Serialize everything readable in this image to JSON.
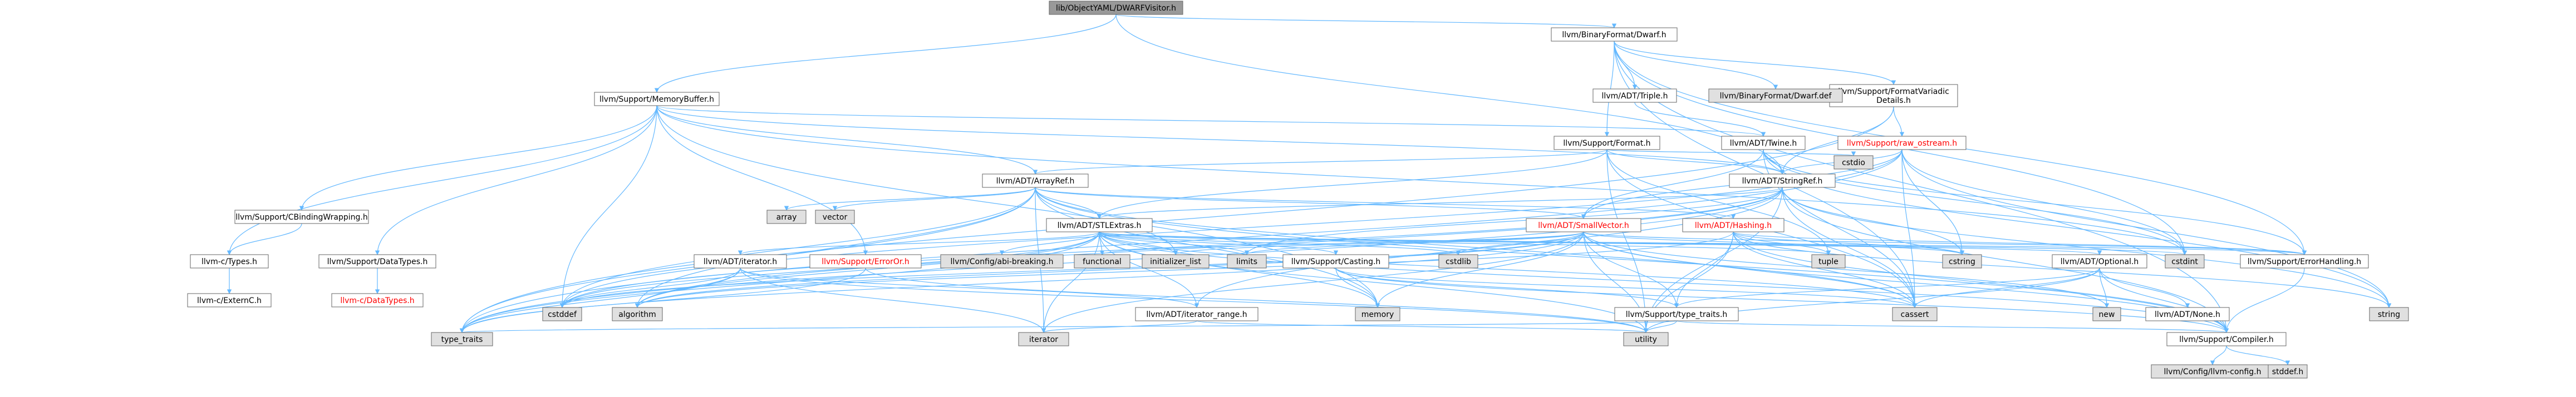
{
  "colors": {
    "root": "#999999",
    "normal": "#ffffff",
    "system": "#e0e0e0",
    "red_text": "#ff0000",
    "edge": "#63B8FF"
  },
  "nodes": [
    {
      "id": "root",
      "label": "lib/ObjectYAML/DWARFVisitor.h",
      "kind": "root"
    },
    {
      "id": "bfdwarf",
      "label": "llvm/BinaryFormat/Dwarf.h",
      "kind": "normal"
    },
    {
      "id": "membuf",
      "label": "llvm/Support/MemoryBuffer.h",
      "kind": "normal"
    },
    {
      "id": "fmtvar",
      "label": "llvm/Support/FormatVariadic\nDetails.h",
      "kind": "normal"
    },
    {
      "id": "triple",
      "label": "llvm/ADT/Triple.h",
      "kind": "normal"
    },
    {
      "id": "dwarfdef",
      "label": "llvm/BinaryFormat/Dwarf.def",
      "kind": "system"
    },
    {
      "id": "rawos",
      "label": "llvm/Support/raw_ostream.h",
      "kind": "red"
    },
    {
      "id": "format",
      "label": "llvm/Support/Format.h",
      "kind": "normal"
    },
    {
      "id": "twine",
      "label": "llvm/ADT/Twine.h",
      "kind": "normal"
    },
    {
      "id": "arrayref",
      "label": "llvm/ADT/ArrayRef.h",
      "kind": "normal"
    },
    {
      "id": "stringref",
      "label": "llvm/ADT/StringRef.h",
      "kind": "normal"
    },
    {
      "id": "cstdio",
      "label": "cstdio",
      "kind": "system"
    },
    {
      "id": "cbind",
      "label": "llvm/Support/CBindingWrapping.h",
      "kind": "normal"
    },
    {
      "id": "array",
      "label": "array",
      "kind": "system"
    },
    {
      "id": "vector",
      "label": "vector",
      "kind": "system"
    },
    {
      "id": "stlextras",
      "label": "llvm/ADT/STLExtras.h",
      "kind": "normal"
    },
    {
      "id": "smallvec",
      "label": "llvm/ADT/SmallVector.h",
      "kind": "red"
    },
    {
      "id": "hashing",
      "label": "llvm/ADT/Hashing.h",
      "kind": "red"
    },
    {
      "id": "ctypes",
      "label": "llvm-c/Types.h",
      "kind": "normal"
    },
    {
      "id": "datatypes",
      "label": "llvm/Support/DataTypes.h",
      "kind": "normal"
    },
    {
      "id": "externc",
      "label": "llvm-c/ExternC.h",
      "kind": "normal"
    },
    {
      "id": "cdatatypes",
      "label": "llvm-c/DataTypes.h",
      "kind": "red"
    },
    {
      "id": "iterator",
      "label": "llvm/ADT/iterator.h",
      "kind": "normal"
    },
    {
      "id": "erroror",
      "label": "llvm/Support/ErrorOr.h",
      "kind": "red"
    },
    {
      "id": "abibreak",
      "label": "llvm/Config/abi-breaking.h",
      "kind": "system"
    },
    {
      "id": "functional",
      "label": "functional",
      "kind": "system"
    },
    {
      "id": "initlist",
      "label": "initializer_list",
      "kind": "system"
    },
    {
      "id": "limits",
      "label": "limits",
      "kind": "system"
    },
    {
      "id": "casting",
      "label": "llvm/Support/Casting.h",
      "kind": "normal"
    },
    {
      "id": "cstdlib",
      "label": "cstdlib",
      "kind": "system"
    },
    {
      "id": "tuple",
      "label": "tuple",
      "kind": "system"
    },
    {
      "id": "cstring",
      "label": "cstring",
      "kind": "system"
    },
    {
      "id": "optional",
      "label": "llvm/ADT/Optional.h",
      "kind": "normal"
    },
    {
      "id": "cstdint",
      "label": "cstdint",
      "kind": "system"
    },
    {
      "id": "errhand",
      "label": "llvm/Support/ErrorHandling.h",
      "kind": "normal"
    },
    {
      "id": "cstddef",
      "label": "cstddef",
      "kind": "system"
    },
    {
      "id": "algorithm",
      "label": "algorithm",
      "kind": "system"
    },
    {
      "id": "memory",
      "label": "memory",
      "kind": "system"
    },
    {
      "id": "iterrange",
      "label": "llvm/ADT/iterator_range.h",
      "kind": "normal"
    },
    {
      "id": "typetraitsllvm",
      "label": "llvm/Support/type_traits.h",
      "kind": "normal"
    },
    {
      "id": "cassert",
      "label": "cassert",
      "kind": "system"
    },
    {
      "id": "new",
      "label": "new",
      "kind": "system"
    },
    {
      "id": "none",
      "label": "llvm/ADT/None.h",
      "kind": "normal"
    },
    {
      "id": "string",
      "label": "string",
      "kind": "system"
    },
    {
      "id": "typetraits",
      "label": "type_traits",
      "kind": "system"
    },
    {
      "id": "iteratorstd",
      "label": "iterator",
      "kind": "system"
    },
    {
      "id": "utility",
      "label": "utility",
      "kind": "system"
    },
    {
      "id": "compiler",
      "label": "llvm/Support/Compiler.h",
      "kind": "normal"
    },
    {
      "id": "llvmconfig",
      "label": "llvm/Config/llvm-config.h",
      "kind": "system"
    },
    {
      "id": "cstddefh",
      "label": "stddef.h",
      "kind": "system"
    }
  ],
  "edges": [
    [
      "root",
      "bfdwarf"
    ],
    [
      "root",
      "membuf"
    ],
    [
      "root",
      "stringref"
    ],
    [
      "bfdwarf",
      "fmtvar"
    ],
    [
      "bfdwarf",
      "triple"
    ],
    [
      "bfdwarf",
      "dwarfdef"
    ],
    [
      "bfdwarf",
      "format"
    ],
    [
      "bfdwarf",
      "compiler"
    ],
    [
      "bfdwarf",
      "errhand"
    ],
    [
      "bfdwarf",
      "cassert"
    ],
    [
      "bfdwarf",
      "cstdint"
    ],
    [
      "membuf",
      "arrayref"
    ],
    [
      "membuf",
      "stringref"
    ],
    [
      "membuf",
      "twine"
    ],
    [
      "membuf",
      "cbind"
    ],
    [
      "membuf",
      "ctypes"
    ],
    [
      "membuf",
      "datatypes"
    ],
    [
      "membuf",
      "erroror"
    ],
    [
      "membuf",
      "cstddef"
    ],
    [
      "membuf",
      "cstdint"
    ],
    [
      "membuf",
      "memory"
    ],
    [
      "fmtvar",
      "rawos"
    ],
    [
      "fmtvar",
      "stringref"
    ],
    [
      "fmtvar",
      "typetraits"
    ],
    [
      "triple",
      "twine"
    ],
    [
      "rawos",
      "smallvec"
    ],
    [
      "rawos",
      "stringref"
    ],
    [
      "rawos",
      "cassert"
    ],
    [
      "rawos",
      "cstddef"
    ],
    [
      "rawos",
      "cstdint"
    ],
    [
      "rawos",
      "cstring"
    ],
    [
      "rawos",
      "string"
    ],
    [
      "rawos",
      "typetraits"
    ],
    [
      "format",
      "arrayref"
    ],
    [
      "format",
      "stringref"
    ],
    [
      "format",
      "cassert"
    ],
    [
      "format",
      "cstdio"
    ],
    [
      "format",
      "tuple"
    ],
    [
      "format",
      "utility"
    ],
    [
      "format",
      "stlextras"
    ],
    [
      "twine",
      "smallvec"
    ],
    [
      "twine",
      "stringref"
    ],
    [
      "twine",
      "errhand"
    ],
    [
      "twine",
      "cassert"
    ],
    [
      "twine",
      "cstdint"
    ],
    [
      "twine",
      "string"
    ],
    [
      "arrayref",
      "hashing"
    ],
    [
      "arrayref",
      "smallvec"
    ],
    [
      "arrayref",
      "stlextras"
    ],
    [
      "arrayref",
      "compiler"
    ],
    [
      "arrayref",
      "algorithm"
    ],
    [
      "arrayref",
      "array"
    ],
    [
      "arrayref",
      "cassert"
    ],
    [
      "arrayref",
      "cstddef"
    ],
    [
      "arrayref",
      "initlist"
    ],
    [
      "arrayref",
      "iteratorstd"
    ],
    [
      "arrayref",
      "memory"
    ],
    [
      "arrayref",
      "typetraits"
    ],
    [
      "arrayref",
      "vector"
    ],
    [
      "stringref",
      "stlextras"
    ],
    [
      "stringref",
      "iterrange"
    ],
    [
      "stringref",
      "compiler"
    ],
    [
      "stringref",
      "algorithm"
    ],
    [
      "stringref",
      "cassert"
    ],
    [
      "stringref",
      "cstddef"
    ],
    [
      "stringref",
      "cstring"
    ],
    [
      "stringref",
      "limits"
    ],
    [
      "stringref",
      "string"
    ],
    [
      "stringref",
      "typetraits"
    ],
    [
      "stringref",
      "utility"
    ],
    [
      "cbind",
      "ctypes"
    ],
    [
      "stlextras",
      "abibreak"
    ],
    [
      "stlextras",
      "functional"
    ],
    [
      "stlextras",
      "initlist"
    ],
    [
      "stlextras",
      "limits"
    ],
    [
      "stlextras",
      "casting"
    ],
    [
      "stlextras",
      "iterator"
    ],
    [
      "stlextras",
      "iterrange"
    ],
    [
      "stlextras",
      "optional"
    ],
    [
      "stlextras",
      "errhand"
    ],
    [
      "stlextras",
      "algorithm"
    ],
    [
      "stlextras",
      "cassert"
    ],
    [
      "stlextras",
      "cstddef"
    ],
    [
      "stlextras",
      "cstdint"
    ],
    [
      "stlextras",
      "cstdlib"
    ],
    [
      "stlextras",
      "iteratorstd"
    ],
    [
      "stlextras",
      "memory"
    ],
    [
      "stlextras",
      "tuple"
    ],
    [
      "stlextras",
      "typetraits"
    ],
    [
      "stlextras",
      "utility"
    ],
    [
      "stlextras",
      "compiler"
    ],
    [
      "smallvec",
      "compiler"
    ],
    [
      "smallvec",
      "typetraitsllvm"
    ],
    [
      "smallvec",
      "algorithm"
    ],
    [
      "smallvec",
      "cassert"
    ],
    [
      "smallvec",
      "cstddef"
    ],
    [
      "smallvec",
      "cstdlib"
    ],
    [
      "smallvec",
      "cstring"
    ],
    [
      "smallvec",
      "functional"
    ],
    [
      "smallvec",
      "initlist"
    ],
    [
      "smallvec",
      "iteratorstd"
    ],
    [
      "smallvec",
      "limits"
    ],
    [
      "smallvec",
      "memory"
    ],
    [
      "smallvec",
      "new"
    ],
    [
      "smallvec",
      "typetraits"
    ],
    [
      "smallvec",
      "utility"
    ],
    [
      "smallvec",
      "errhand"
    ],
    [
      "hashing",
      "errhand"
    ],
    [
      "hashing",
      "typetraitsllvm"
    ],
    [
      "hashing",
      "algorithm"
    ],
    [
      "hashing",
      "cassert"
    ],
    [
      "hashing",
      "cstring"
    ],
    [
      "hashing",
      "string"
    ],
    [
      "hashing",
      "tuple"
    ],
    [
      "hashing",
      "utility"
    ],
    [
      "hashing",
      "compiler"
    ],
    [
      "ctypes",
      "externc"
    ],
    [
      "datatypes",
      "cdatatypes"
    ],
    [
      "iterator",
      "iterrange"
    ],
    [
      "iterator",
      "algorithm"
    ],
    [
      "iterator",
      "cstddef"
    ],
    [
      "iterator",
      "iteratorstd"
    ],
    [
      "iterator",
      "typetraits"
    ],
    [
      "iterator",
      "utility"
    ],
    [
      "erroror",
      "typetraits"
    ],
    [
      "erroror",
      "utility"
    ],
    [
      "casting",
      "typetraitsllvm"
    ],
    [
      "casting",
      "cassert"
    ],
    [
      "casting",
      "memory"
    ],
    [
      "casting",
      "compiler"
    ],
    [
      "optional",
      "none"
    ],
    [
      "optional",
      "compiler"
    ],
    [
      "optional",
      "typetraitsllvm"
    ],
    [
      "optional",
      "cassert"
    ],
    [
      "optional",
      "new"
    ],
    [
      "optional",
      "utility"
    ],
    [
      "errhand",
      "compiler"
    ],
    [
      "iterrange",
      "iteratorstd"
    ],
    [
      "iterrange",
      "utility"
    ],
    [
      "typetraitsllvm",
      "typetraits"
    ],
    [
      "typetraitsllvm",
      "utility"
    ],
    [
      "typetraitsllvm",
      "compiler"
    ],
    [
      "compiler",
      "llvmconfig"
    ],
    [
      "compiler",
      "cstddefh"
    ]
  ]
}
